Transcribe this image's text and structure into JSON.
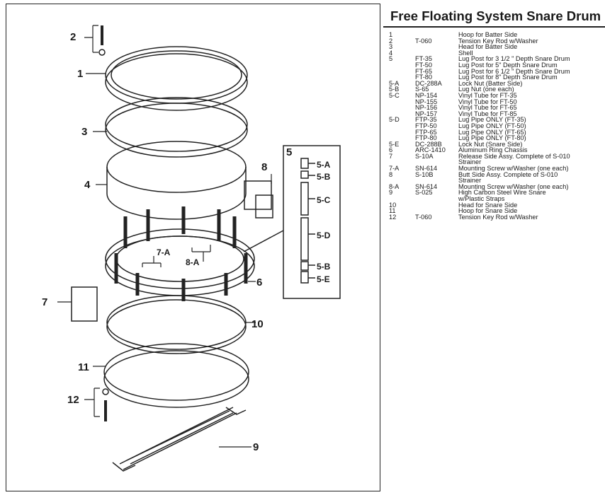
{
  "title": "Free Floating System Snare Drum",
  "diagram_labels": {
    "l1": "1",
    "l2": "2",
    "l3": "3",
    "l4": "4",
    "l5": "5",
    "l5a": "5-A",
    "l5b": "5-B",
    "l5c": "5-C",
    "l5d": "5-D",
    "l5b2": "5-B",
    "l5e": "5-E",
    "l6": "6",
    "l7": "7",
    "l7a": "7-A",
    "l8": "8",
    "l8a": "8-A",
    "l9": "9",
    "l10": "10",
    "l11": "11",
    "l12": "12"
  },
  "parts": [
    {
      "no": "1",
      "code": "",
      "desc": "Hoop for Batter Side"
    },
    {
      "no": "2",
      "code": "T-060",
      "desc": "Tension Key Rod w/Washer"
    },
    {
      "no": "3",
      "code": "",
      "desc": "Head for Batter Side"
    },
    {
      "no": "4",
      "code": "",
      "desc": "Shell"
    },
    {
      "no": "5",
      "code": "FT-35",
      "desc": "Lug Post for 3 1/2 \" Depth Snare Drum"
    },
    {
      "no": "",
      "code": "FT-50",
      "desc": "Lug Post for 5\" Depth Snare Drum"
    },
    {
      "no": "",
      "code": "FT-65",
      "desc": "Lug Post for 6 1/2 \" Depth Snare Drum"
    },
    {
      "no": "",
      "code": "FT-80",
      "desc": "Lug Post for 8\" Depth Snare Drum"
    },
    {
      "no": "5-A",
      "code": "DC-288A",
      "desc": "Lock Nut (Batter Side)"
    },
    {
      "no": "5-B",
      "code": "S-65",
      "desc": "Lug Nut (one each)"
    },
    {
      "no": "5-C",
      "code": "NP-154",
      "desc": "Vinyl Tube for FT-35"
    },
    {
      "no": "",
      "code": "NP-155",
      "desc": "Vinyl Tube for FT-50"
    },
    {
      "no": "",
      "code": "NP-156",
      "desc": "Vinyl Tube for FT-65"
    },
    {
      "no": "",
      "code": "NP-157",
      "desc": "Vinyl Tube for FT-85"
    },
    {
      "no": "5-D",
      "code": "FTP-35",
      "desc": "Lug Pipe ONLY (FT-35)"
    },
    {
      "no": "",
      "code": "FTP-50",
      "desc": "Lug Pipe ONLY (FT-50)"
    },
    {
      "no": "",
      "code": "FTP-65",
      "desc": "Lug Pipe ONLY (FT-65)"
    },
    {
      "no": "",
      "code": "FTP-80",
      "desc": "Lug Pipe ONLY (FT-80)"
    },
    {
      "no": "5-E",
      "code": "DC-288B",
      "desc": "Lock Nut (Snare Side)"
    },
    {
      "no": "6",
      "code": "ARC-1410",
      "desc": "Aluminum Ring Chassis"
    },
    {
      "no": "7",
      "code": "S-10A",
      "desc": "Release Side Assy. Complete of S-010"
    },
    {
      "no": "",
      "code": "",
      "desc": "Strainer"
    },
    {
      "no": "7-A",
      "code": "SN-614",
      "desc": "Mounting Screw w/Washer (one each)"
    },
    {
      "no": "8",
      "code": "S-10B",
      "desc": "Butt Side Assy. Complete of S-010"
    },
    {
      "no": "",
      "code": "",
      "desc": "Strainer"
    },
    {
      "no": "8-A",
      "code": "SN-614",
      "desc": "Mounting Screw w/Washer (one each)"
    },
    {
      "no": "9",
      "code": "S-025",
      "desc": "High Carbon Steel Wire Snare"
    },
    {
      "no": "",
      "code": "",
      "desc": "w/Plastic Straps"
    },
    {
      "no": "10",
      "code": "",
      "desc": "Head for Snare Side"
    },
    {
      "no": "11",
      "code": "",
      "desc": "Hoop for Snare Side"
    },
    {
      "no": "12",
      "code": "T-060",
      "desc": "Tension Key Rod w/Washer"
    }
  ]
}
